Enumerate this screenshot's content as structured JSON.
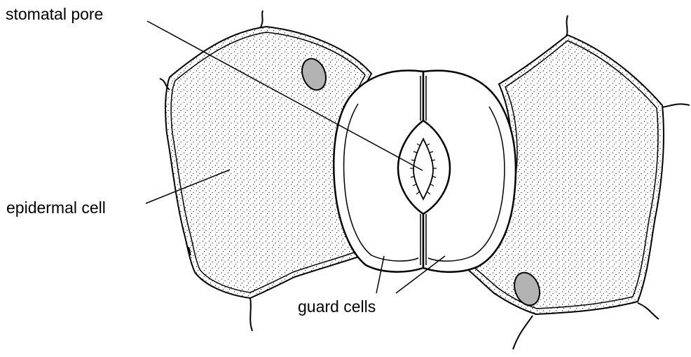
{
  "labels": {
    "stomatal_pore": "stomatal pore",
    "epidermal_cell": "epidermal cell",
    "guard_cells": "guard cells"
  },
  "colors": {
    "line": "#000000",
    "fill": "#ffffff",
    "stipple": "#000000",
    "nucleus": "#b3b3b3"
  }
}
